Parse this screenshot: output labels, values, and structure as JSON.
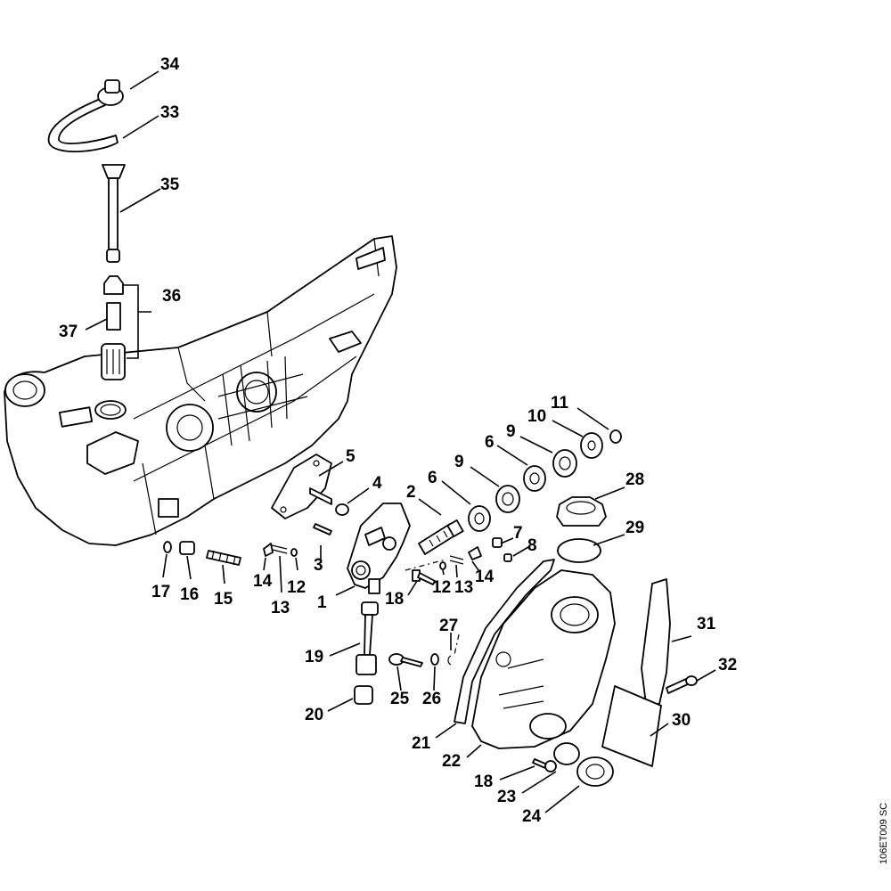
{
  "diagram": {
    "drawing_code": "106ET009 SC",
    "callouts": [
      {
        "id": "34",
        "text": "34"
      },
      {
        "id": "33",
        "text": "33"
      },
      {
        "id": "35",
        "text": "35"
      },
      {
        "id": "36",
        "text": "36"
      },
      {
        "id": "37",
        "text": "37"
      },
      {
        "id": "5",
        "text": "5"
      },
      {
        "id": "4",
        "text": "4"
      },
      {
        "id": "2",
        "text": "2"
      },
      {
        "id": "6a",
        "text": "6"
      },
      {
        "id": "9a",
        "text": "9"
      },
      {
        "id": "6b",
        "text": "6"
      },
      {
        "id": "9b",
        "text": "9"
      },
      {
        "id": "10",
        "text": "10"
      },
      {
        "id": "11",
        "text": "11"
      },
      {
        "id": "28",
        "text": "28"
      },
      {
        "id": "29",
        "text": "29"
      },
      {
        "id": "7",
        "text": "7"
      },
      {
        "id": "8",
        "text": "8"
      },
      {
        "id": "3",
        "text": "3"
      },
      {
        "id": "1",
        "text": "1"
      },
      {
        "id": "17",
        "text": "17"
      },
      {
        "id": "16",
        "text": "16"
      },
      {
        "id": "15",
        "text": "15"
      },
      {
        "id": "14a",
        "text": "14"
      },
      {
        "id": "13a",
        "text": "13"
      },
      {
        "id": "12a",
        "text": "12"
      },
      {
        "id": "18a",
        "text": "18"
      },
      {
        "id": "12b",
        "text": "12"
      },
      {
        "id": "13b",
        "text": "13"
      },
      {
        "id": "14b",
        "text": "14"
      },
      {
        "id": "27",
        "text": "27"
      },
      {
        "id": "19",
        "text": "19"
      },
      {
        "id": "25",
        "text": "25"
      },
      {
        "id": "26",
        "text": "26"
      },
      {
        "id": "20",
        "text": "20"
      },
      {
        "id": "31",
        "text": "31"
      },
      {
        "id": "32",
        "text": "32"
      },
      {
        "id": "30",
        "text": "30"
      },
      {
        "id": "21",
        "text": "21"
      },
      {
        "id": "22",
        "text": "22"
      },
      {
        "id": "18b",
        "text": "18"
      },
      {
        "id": "23",
        "text": "23"
      },
      {
        "id": "24",
        "text": "24"
      }
    ]
  }
}
